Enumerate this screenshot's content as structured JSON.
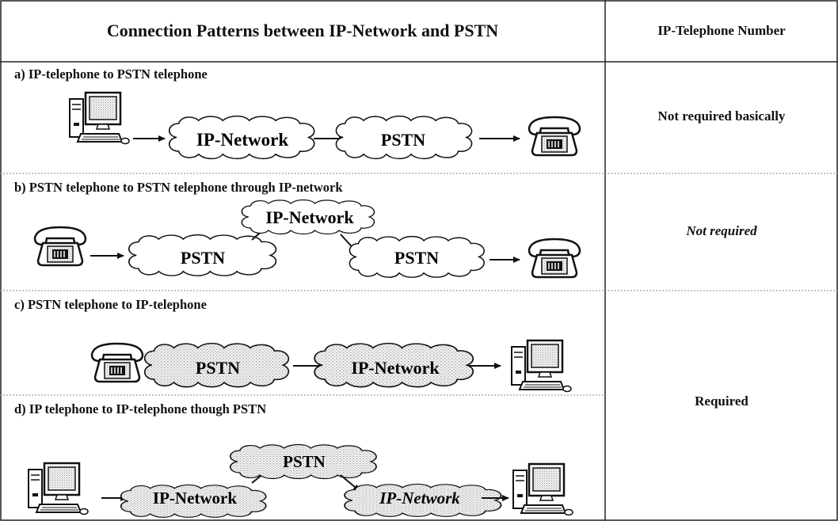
{
  "header": {
    "left": "Connection Patterns between IP-Network and PSTN",
    "right": "IP-Telephone Number"
  },
  "rows": [
    {
      "title": "a) IP-telephone to PSTN telephone"
    },
    {
      "title": "b) PSTN telephone to PSTN telephone through IP-network"
    },
    {
      "title": "c) PSTN telephone to IP-telephone"
    },
    {
      "title": "d) IP telephone to IP-telephone though PSTN"
    }
  ],
  "requirements": {
    "a": "Not required basically",
    "b": "Not required",
    "cd": "Required"
  },
  "clouds": {
    "a1": "IP-Network",
    "a2": "PSTN",
    "b1": "PSTN",
    "b2": "IP-Network",
    "b3": "PSTN",
    "c1": "PSTN",
    "c2": "IP-Network",
    "d1": "IP-Network",
    "d2": "PSTN",
    "d3": "IP-Network"
  }
}
